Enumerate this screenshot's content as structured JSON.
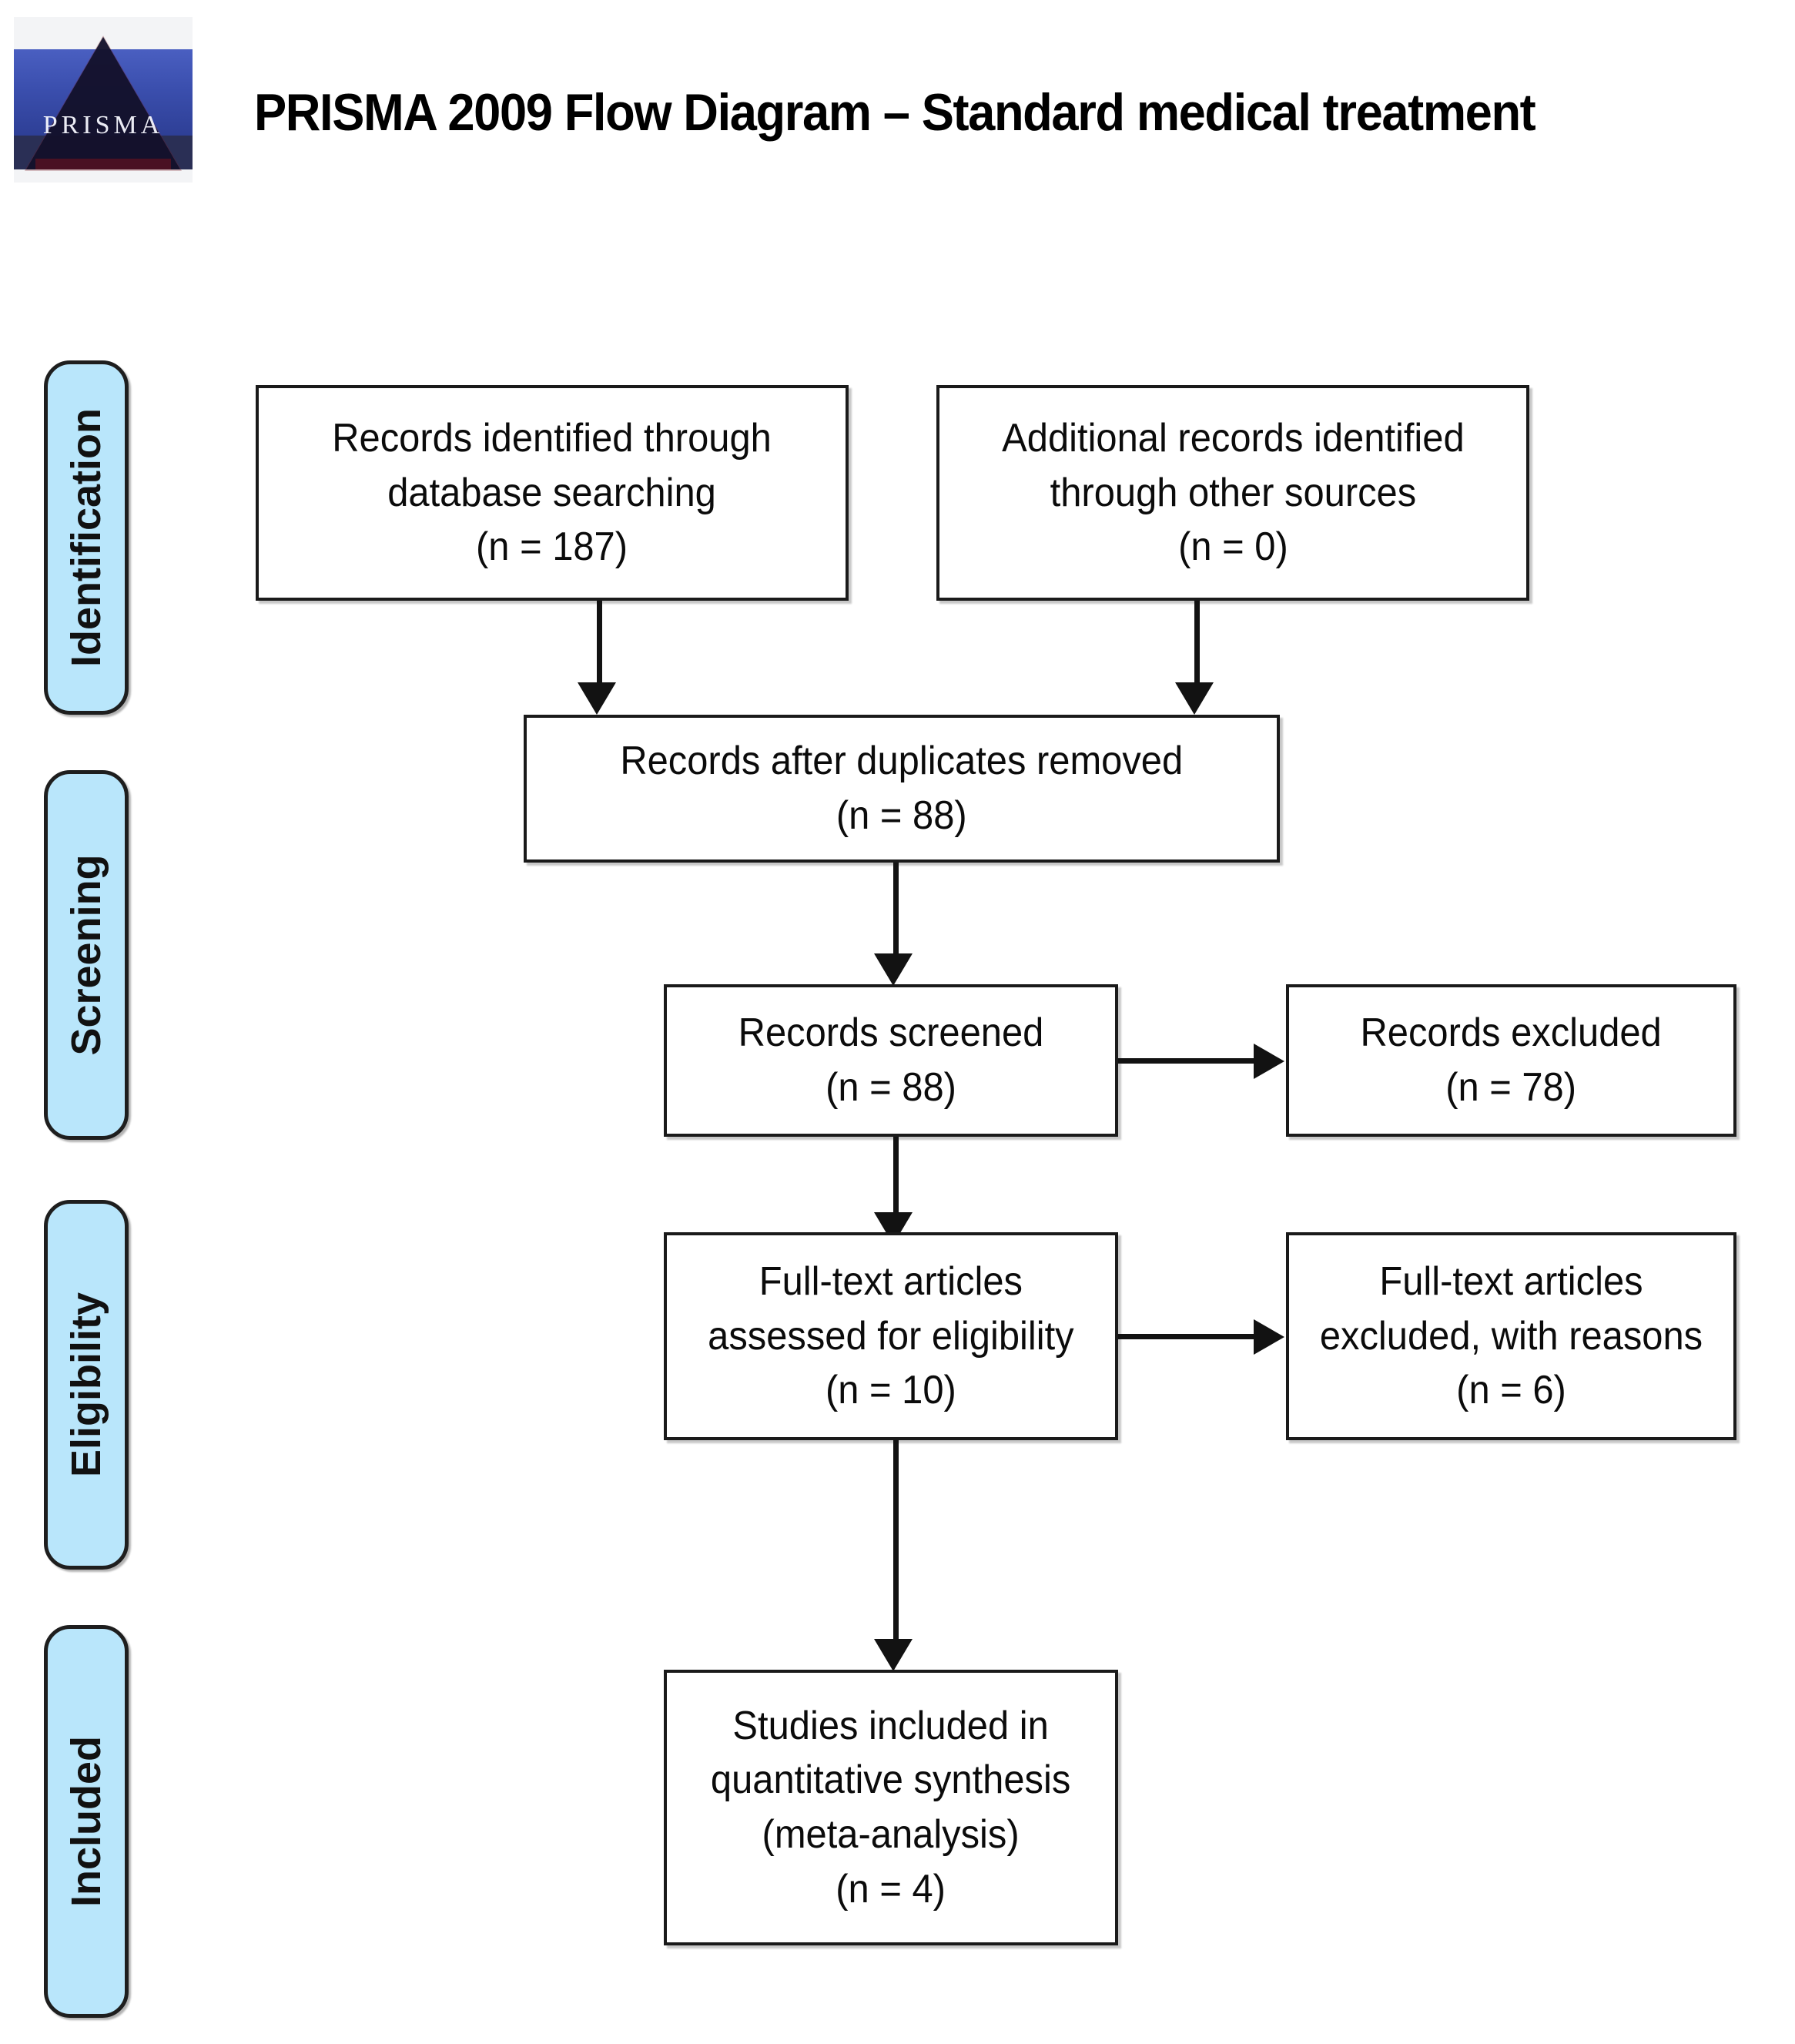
{
  "header": {
    "title": "PRISMA 2009 Flow Diagram – Standard medical treatment",
    "logo_wordmark": "PRISMA",
    "logo_icon": "prisma-triangle-logo"
  },
  "colors": {
    "stage_fill": "#b9e6fb",
    "stage_border": "#1e1e1e",
    "box_border": "#1a1a1a",
    "connector": "#121212",
    "background": "#ffffff",
    "text": "#0b0b0b"
  },
  "stages": [
    {
      "id": "identification",
      "label": "Identification"
    },
    {
      "id": "screening",
      "label": "Screening"
    },
    {
      "id": "eligibility",
      "label": "Eligibility"
    },
    {
      "id": "included",
      "label": "Included"
    }
  ],
  "boxes": {
    "records_database": {
      "line1": "Records identified through",
      "line2": "database searching",
      "count": "(n = 187)"
    },
    "records_other": {
      "line1": "Additional records identified",
      "line2": "through other sources",
      "count": "(n = 0)"
    },
    "duplicates_removed": {
      "line1": "Records after duplicates removed",
      "count": "(n = 88)"
    },
    "records_screened": {
      "line1": "Records screened",
      "count": "(n = 88)"
    },
    "records_excluded": {
      "line1": "Records excluded",
      "count": "(n = 78)"
    },
    "fulltext_assessed": {
      "line1": "Full-text articles",
      "line2": "assessed for eligibility",
      "count": "(n = 10)"
    },
    "fulltext_excluded": {
      "line1": "Full-text articles",
      "line2": "excluded, with reasons",
      "count": "(n = 6)"
    },
    "studies_included": {
      "line1": "Studies included in",
      "line2": "quantitative synthesis",
      "line3": "(meta-analysis)",
      "count": "(n = 4)"
    }
  },
  "chart_data": {
    "type": "diagram",
    "title": "PRISMA 2009 Flow Diagram – Standard medical treatment",
    "nodes": [
      {
        "id": "records_database",
        "stage": "Identification",
        "label": "Records identified through database searching",
        "n": 187
      },
      {
        "id": "records_other",
        "stage": "Identification",
        "label": "Additional records identified through other sources",
        "n": 0
      },
      {
        "id": "duplicates_removed",
        "stage": "Screening",
        "label": "Records after duplicates removed",
        "n": 88
      },
      {
        "id": "records_screened",
        "stage": "Screening",
        "label": "Records screened",
        "n": 88
      },
      {
        "id": "records_excluded",
        "stage": "Screening",
        "label": "Records excluded",
        "n": 78
      },
      {
        "id": "fulltext_assessed",
        "stage": "Eligibility",
        "label": "Full-text articles assessed for eligibility",
        "n": 10
      },
      {
        "id": "fulltext_excluded",
        "stage": "Eligibility",
        "label": "Full-text articles excluded, with reasons",
        "n": 6
      },
      {
        "id": "studies_included",
        "stage": "Included",
        "label": "Studies included in quantitative synthesis (meta-analysis)",
        "n": 4
      }
    ],
    "edges": [
      {
        "from": "records_database",
        "to": "duplicates_removed",
        "direction": "down"
      },
      {
        "from": "records_other",
        "to": "duplicates_removed",
        "direction": "down"
      },
      {
        "from": "duplicates_removed",
        "to": "records_screened",
        "direction": "down"
      },
      {
        "from": "records_screened",
        "to": "records_excluded",
        "direction": "right"
      },
      {
        "from": "records_screened",
        "to": "fulltext_assessed",
        "direction": "down"
      },
      {
        "from": "fulltext_assessed",
        "to": "fulltext_excluded",
        "direction": "right"
      },
      {
        "from": "fulltext_assessed",
        "to": "studies_included",
        "direction": "down"
      }
    ]
  }
}
